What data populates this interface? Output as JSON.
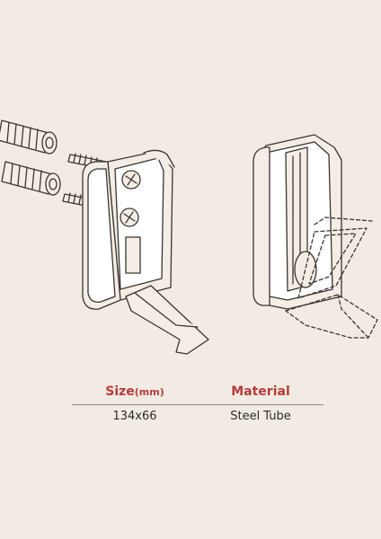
{
  "table": {
    "headers": {
      "size_label": "Size",
      "size_unit": "(mm)",
      "material_label": "Material"
    },
    "row": {
      "size_value": "134x66",
      "material_value": "Steel Tube"
    }
  },
  "colors": {
    "background": "#f2ebe3",
    "header_text": "#b83a3a",
    "line_art": "#3a3530"
  }
}
